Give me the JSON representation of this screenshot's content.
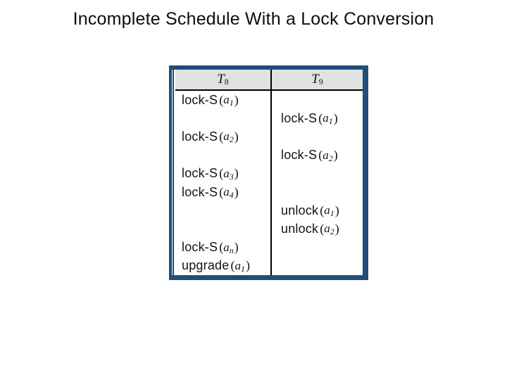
{
  "slide": {
    "title": "Incomplete Schedule With a Lock Conversion"
  },
  "table": {
    "columns": [
      {
        "key": "t8",
        "name": "T",
        "sub": "8"
      },
      {
        "key": "t9",
        "name": "T",
        "sub": "9"
      }
    ],
    "punctuation": {
      "open": "(",
      "close": ")"
    },
    "rows": [
      {
        "t8": {
          "op": "lock-S",
          "var": "a",
          "sub": "1"
        },
        "t9": null
      },
      {
        "t8": null,
        "t9": {
          "op": "lock-S",
          "var": "a",
          "sub": "1"
        }
      },
      {
        "t8": {
          "op": "lock-S",
          "var": "a",
          "sub": "2"
        },
        "t9": null
      },
      {
        "t8": null,
        "t9": {
          "op": "lock-S",
          "var": "a",
          "sub": "2"
        }
      },
      {
        "t8": {
          "op": "lock-S",
          "var": "a",
          "sub": "3"
        },
        "t9": null
      },
      {
        "t8": {
          "op": "lock-S",
          "var": "a",
          "sub": "4"
        },
        "t9": null
      },
      {
        "t8": null,
        "t9": {
          "op": "unlock",
          "var": "a",
          "sub": "1"
        }
      },
      {
        "t8": null,
        "t9": {
          "op": "unlock",
          "var": "a",
          "sub": "2"
        }
      },
      {
        "t8": {
          "op": "lock-S",
          "var": "a",
          "sub": "n"
        },
        "t9": null
      },
      {
        "t8": {
          "op": "upgrade",
          "var": "a",
          "sub": "1"
        },
        "t9": null
      }
    ]
  },
  "colors": {
    "frame_border": "#1F4E79",
    "header_background": "#E1E1E1",
    "divider_line": "#000000",
    "slide_background": "#FFFFFF",
    "text": "#141414"
  }
}
